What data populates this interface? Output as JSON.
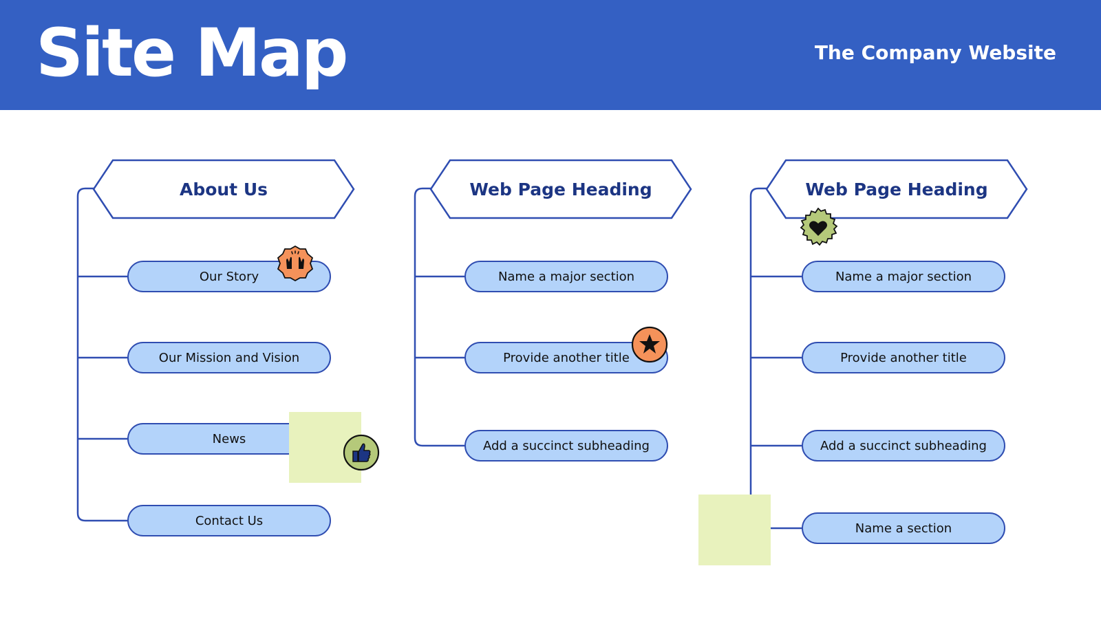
{
  "header": {
    "title": "Site Map",
    "subtitle": "The Company Website"
  },
  "colors": {
    "header_bg": "#3460c3",
    "node_fill": "#b3d3fa",
    "node_border": "#2f4db1",
    "heading_text": "#1c3583",
    "sticky_note": "#e8f2bd",
    "badge_orange": "#f5925a",
    "badge_green": "#b5c97a"
  },
  "columns": [
    {
      "heading": "About Us",
      "items": [
        "Our Story",
        "Our Mission and Vision",
        "News",
        "Contact Us"
      ]
    },
    {
      "heading": "Web Page Heading",
      "items": [
        "Name a major section",
        "Provide another title",
        "Add a succinct subheading"
      ]
    },
    {
      "heading": "Web Page Heading",
      "items": [
        "Name a major section",
        "Provide another title",
        "Add a succinct subheading",
        "Name a section"
      ]
    }
  ],
  "stickers": [
    {
      "icon": "raised-hands-icon",
      "color": "orange"
    },
    {
      "icon": "star-icon",
      "color": "orange"
    },
    {
      "icon": "heart-icon",
      "color": "green"
    },
    {
      "icon": "thumbs-up-icon",
      "color": "green"
    }
  ]
}
